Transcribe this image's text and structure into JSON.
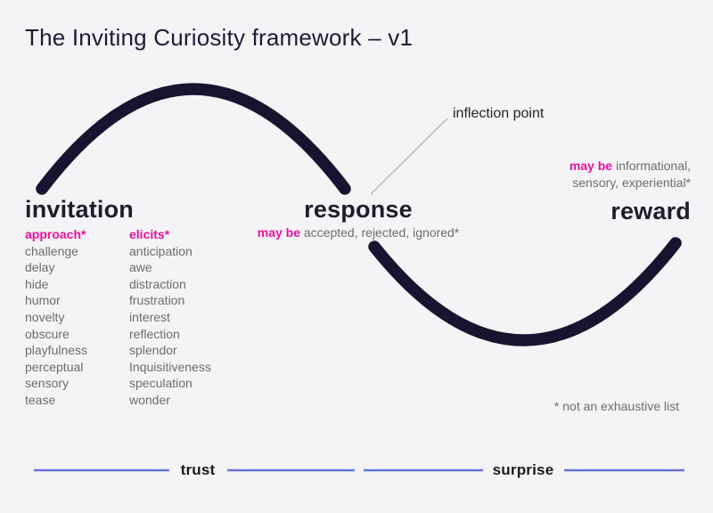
{
  "title": "The Inviting Curiosity framework – v1",
  "colors": {
    "background": "#f4f3f5",
    "ink": "#16142e",
    "heading": "#1e1d2b",
    "accent": "#e8119f",
    "muted": "#6d6d6d",
    "line": "#6674d8",
    "callout": "#b4b4b4"
  },
  "invitation": {
    "label": "invitation",
    "approach": {
      "label": "approach*",
      "items": [
        "challenge",
        "delay",
        "hide",
        "humor",
        "novelty",
        "obscure",
        "playfulness",
        "perceptual",
        "sensory",
        "tease"
      ]
    },
    "elicits": {
      "label": "elicits*",
      "items": [
        "anticipation",
        "awe",
        "distraction",
        "frustration",
        "interest",
        "reflection",
        "splendor",
        "Inquisitiveness",
        "speculation",
        "wonder"
      ]
    }
  },
  "response": {
    "label": "response",
    "may_be": "may be",
    "text": "accepted, rejected, ignored*"
  },
  "reward": {
    "label": "reward",
    "may_be": "may be",
    "text_line1": "informational,",
    "text_line2": "sensory, experiential*"
  },
  "inflection_label": "inflection point",
  "footnote": "* not an exhaustive list",
  "axis": {
    "trust": "trust",
    "surprise": "surprise"
  }
}
